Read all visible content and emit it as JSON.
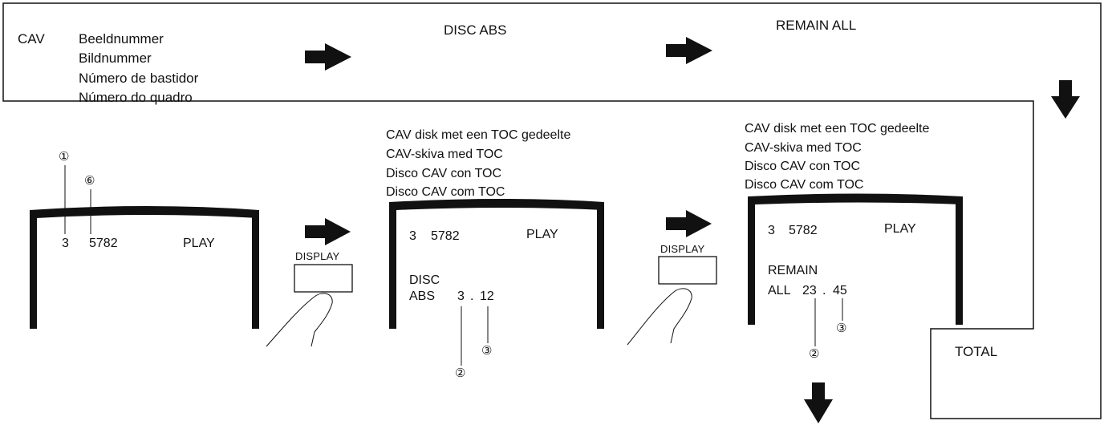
{
  "colors": {
    "ink": "#111111",
    "paper": "#ffffff"
  },
  "header": {
    "mode": "CAV",
    "names": [
      "Beeldnummer",
      "Bildnummer",
      "Número de bastidor",
      "Número do quadro"
    ],
    "step2": "DISC ABS",
    "step3": "REMAIN ALL",
    "step4": "TOTAL"
  },
  "captions": [
    "CAV disk met een TOC gedeelte",
    "CAV-skiva med TOC",
    "Disco CAV con TOC",
    "Disco CAV com TOC"
  ],
  "screen1": {
    "chapter": "3",
    "frame": "5782",
    "status": "PLAY"
  },
  "screen2": {
    "chapter": "3",
    "frame": "5782",
    "status": "PLAY",
    "line1": "DISC",
    "line2": "ABS",
    "minutes": "3",
    "dot": ".",
    "seconds": "12"
  },
  "screen3": {
    "chapter": "3",
    "frame": "5782",
    "status": "PLAY",
    "line1": "REMAIN",
    "line2": "ALL",
    "minutes": "23",
    "dot": ".",
    "seconds": "45"
  },
  "button": {
    "label": "DISPLAY"
  },
  "callouts": {
    "one": "①",
    "two": "②",
    "three": "③",
    "six": "⑥"
  },
  "icons": {
    "arrow_right": "arrow-right-icon",
    "arrow_down": "arrow-down-icon",
    "finger": "finger-icon"
  }
}
